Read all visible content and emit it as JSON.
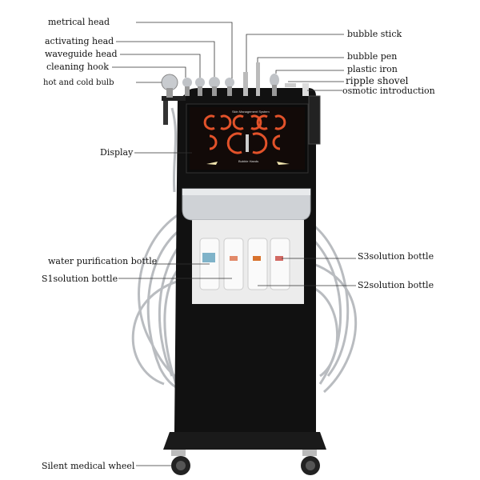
{
  "labels": {
    "metrical_head": "metrical head",
    "activating_head": "activating head",
    "waveguide_head": "waveguide head",
    "cleaning_hook": "cleaning hook",
    "hot_cold_bulb": "hot and cold bulb",
    "bubble_stick": "bubble stick",
    "bubble_pen": "bubble pen",
    "plastic_iron": "plastic iron",
    "ripple_shovel": "ripple shovel",
    "osmotic_introduction": "osmotic introduction",
    "display": "Display",
    "water_purification_bottle": "water purification bottle",
    "s1_bottle": "S1solution bottle",
    "s3_bottle": "S3solution bottle",
    "s2_bottle": "S2solution bottle",
    "wheel": "Silent medical wheel"
  },
  "screen": {
    "title": "Skin Management System",
    "mode": "Bubble Hands"
  },
  "colors": {
    "cabinet": "#111111",
    "accent": "#e2522a"
  }
}
